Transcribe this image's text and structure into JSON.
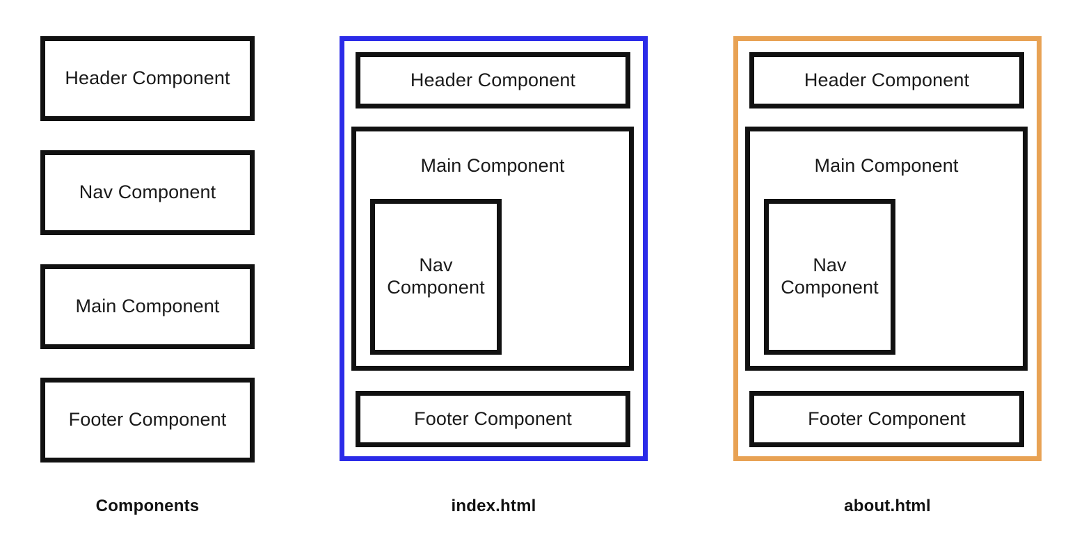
{
  "diagram": {
    "type": "component-composition-diagram",
    "background_color": "#ffffff",
    "box_border_color": "#111111",
    "text_color": "#1a1a1a"
  },
  "columns": [
    {
      "id": "components",
      "caption": "Components",
      "frame": {
        "present": false,
        "border_color": null
      },
      "boxes": [
        {
          "id": "header",
          "label": "Header Component"
        },
        {
          "id": "nav",
          "label": "Nav Component"
        },
        {
          "id": "main",
          "label": "Main Component"
        },
        {
          "id": "footer",
          "label": "Footer Component"
        }
      ]
    },
    {
      "id": "index",
      "caption": "index.html",
      "frame": {
        "present": true,
        "border_color": "#2b2be8"
      },
      "boxes": [
        {
          "id": "header",
          "label": "Header Component"
        },
        {
          "id": "main",
          "label": "Main Component"
        },
        {
          "id": "nav",
          "label": "Nav\nComponent",
          "nested_in": "main"
        },
        {
          "id": "footer",
          "label": "Footer Component"
        }
      ]
    },
    {
      "id": "about",
      "caption": "about.html",
      "frame": {
        "present": true,
        "border_color": "#e8a254"
      },
      "boxes": [
        {
          "id": "header",
          "label": "Header Component"
        },
        {
          "id": "main",
          "label": "Main Component"
        },
        {
          "id": "nav",
          "label": "Nav\nComponent",
          "nested_in": "main"
        },
        {
          "id": "footer",
          "label": "Footer Component"
        }
      ]
    }
  ],
  "colors": {
    "index_frame": "#2b2be8",
    "about_frame": "#e8a254",
    "box_border": "#111111",
    "page_background": "#ffffff"
  }
}
